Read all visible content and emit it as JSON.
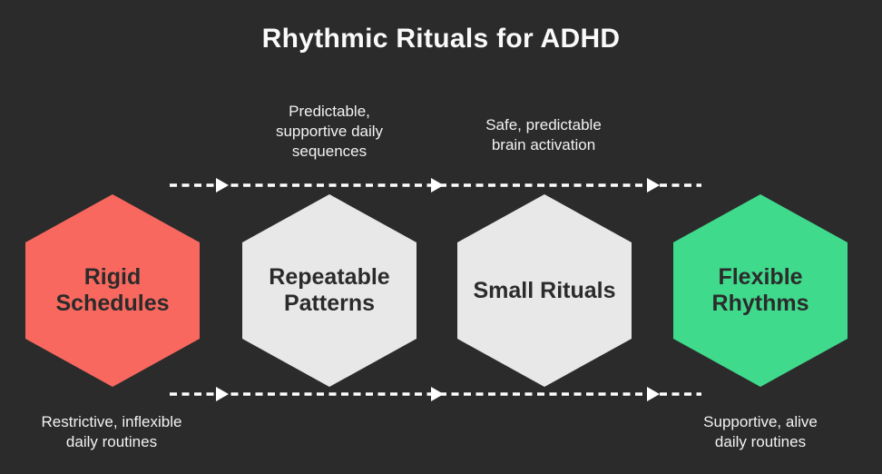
{
  "title": "Rhythmic Rituals for ADHD",
  "colors": {
    "background": "#2b2b2b",
    "arrow": "#ffffff",
    "hex_red": "#f9685f",
    "hex_gray": "#e8e8e8",
    "hex_green": "#40da8d",
    "hex_label_text": "#2b2b2b",
    "annotation_text": "#f2f2f2",
    "title_text": "#fafafa"
  },
  "hexagons": [
    {
      "label": "Rigid\nSchedules",
      "fill": "hex_red"
    },
    {
      "label": "Repeatable\nPatterns",
      "fill": "hex_gray"
    },
    {
      "label": "Small Rituals",
      "fill": "hex_gray"
    },
    {
      "label": "Flexible\nRhythms",
      "fill": "hex_green"
    }
  ],
  "annotations": {
    "top_first": "Predictable,\nsupportive daily\nsequences",
    "top_second": "Safe, predictable\nbrain activation",
    "bottom_left": "Restrictive, inflexible\ndaily routines",
    "bottom_right": "Supportive, alive\ndaily routines"
  }
}
